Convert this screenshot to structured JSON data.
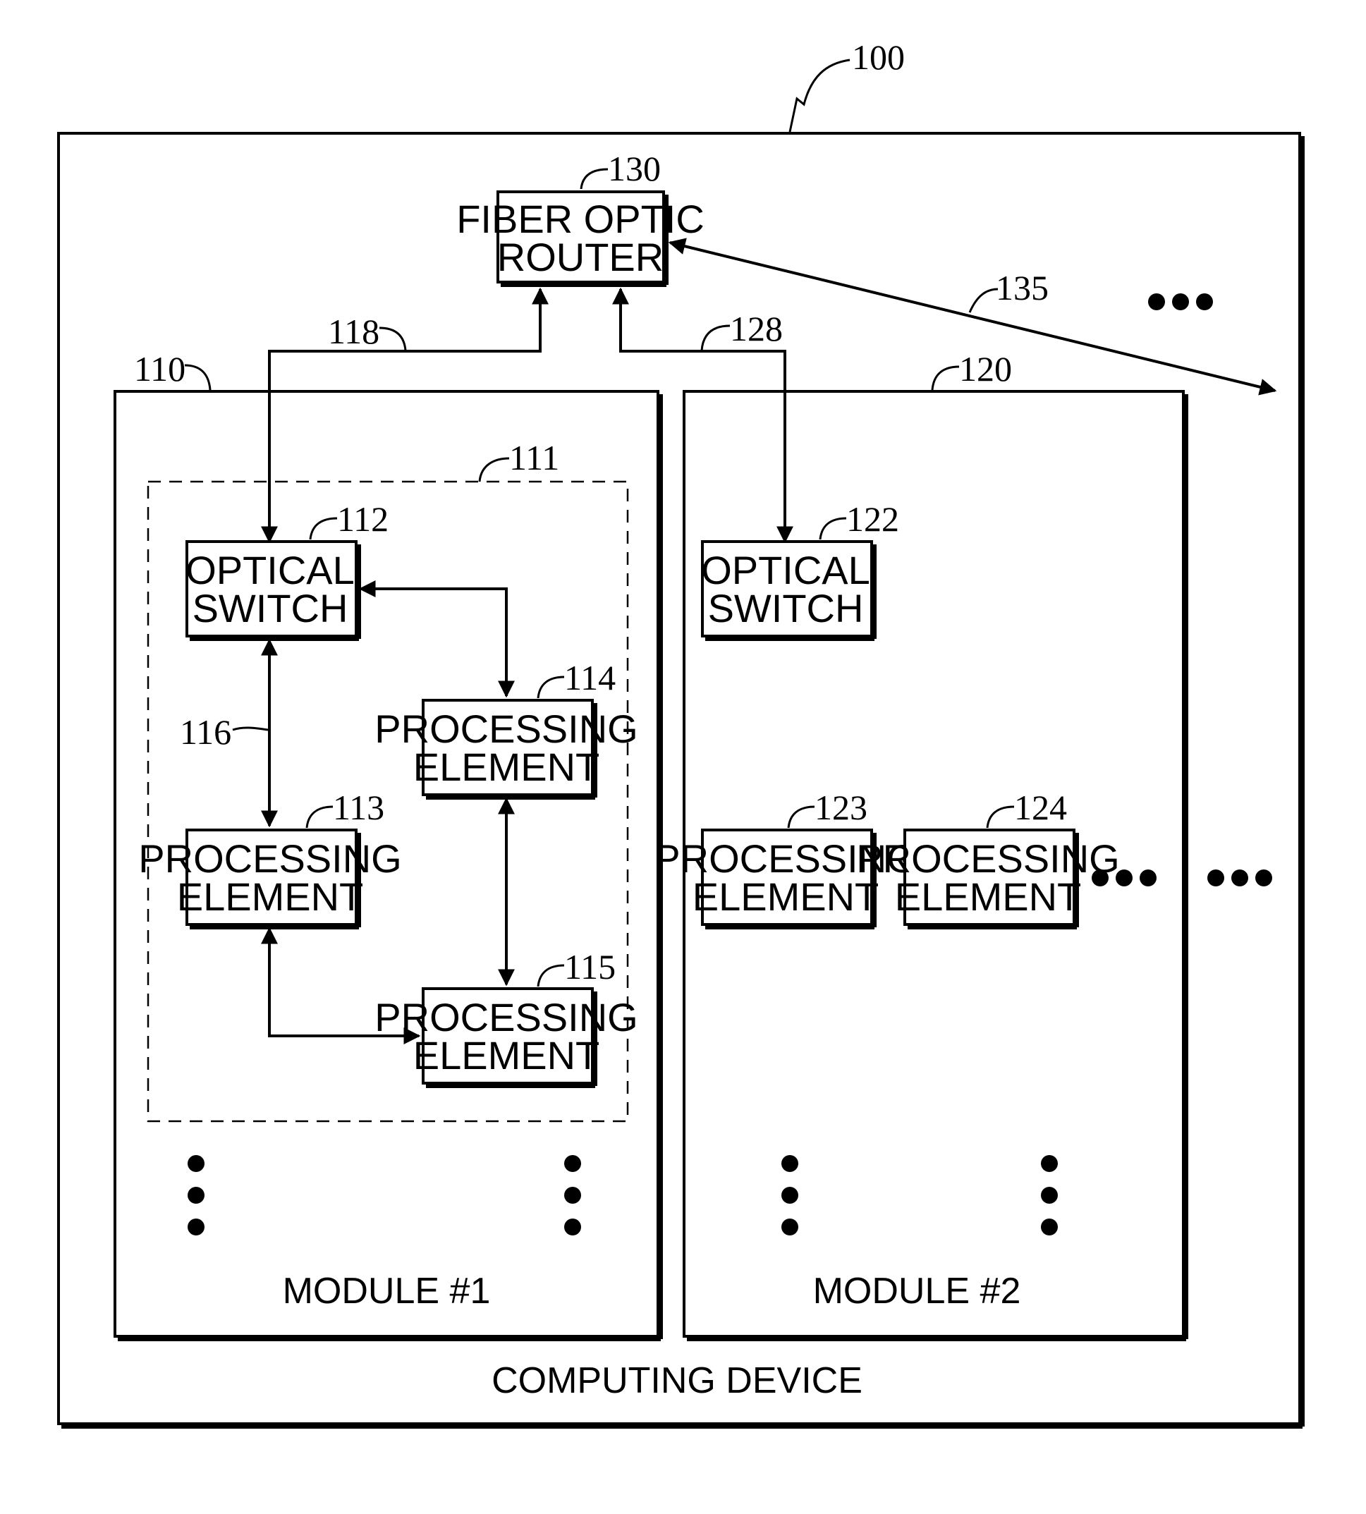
{
  "figure": {
    "ref_device": "100",
    "device_caption": "COMPUTING DEVICE",
    "router": {
      "ref": "130",
      "line1": "FIBER OPTIC",
      "line2": "ROUTER"
    },
    "link_external_ref": "135",
    "module1": {
      "ref": "110",
      "caption": "MODULE #1",
      "group_ref": "111",
      "link_to_router_ref": "118",
      "switch": {
        "ref": "112",
        "line1": "OPTICAL",
        "line2": "SWITCH"
      },
      "pe_a": {
        "ref": "113",
        "line1": "PROCESSING",
        "line2": "ELEMENT"
      },
      "pe_b": {
        "ref": "114",
        "line1": "PROCESSING",
        "line2": "ELEMENT"
      },
      "pe_c": {
        "ref": "115",
        "line1": "PROCESSING",
        "line2": "ELEMENT"
      },
      "internal_link_ref": "116"
    },
    "module2": {
      "ref": "120",
      "caption": "MODULE #2",
      "link_to_router_ref": "128",
      "switch": {
        "ref": "122",
        "line1": "OPTICAL",
        "line2": "SWITCH"
      },
      "pe_a": {
        "ref": "123",
        "line1": "PROCESSING",
        "line2": "ELEMENT"
      },
      "pe_b": {
        "ref": "124",
        "line1": "PROCESSING",
        "line2": "ELEMENT"
      }
    }
  }
}
